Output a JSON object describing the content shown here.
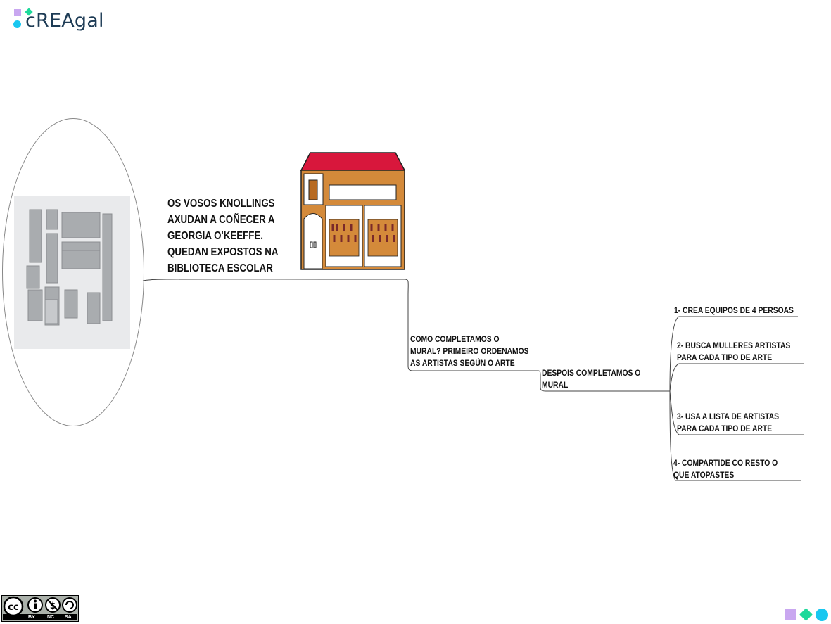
{
  "brand": {
    "name": "cREAgal"
  },
  "main_node": {
    "text": "OS VOSOS KNOLLINGS AXUDAN A COÑECER A GEORGIA O'KEEFFE. QUEDAN EXPOSTOS NA BIBLIOTECA ESCOLAR"
  },
  "branch_1": {
    "text": "COMO COMPLETAMOS O MURAL? PRIMEIRO ORDENAMOS AS ARTISTAS SEGÚN O ARTE"
  },
  "branch_2": {
    "text": "DESPOIS COMPLETAMOS O MURAL"
  },
  "steps": [
    {
      "text": "1- CREA EQUIPOS DE 4 PERSOAS"
    },
    {
      "text": "2- BUSCA MULLERES ARTISTAS PARA CADA TIPO DE ARTE"
    },
    {
      "text": "3- USA A LISTA DE ARTISTAS PARA CADA TIPO DE ARTE"
    },
    {
      "text": "4- COMPARTIDE CO RESTO O QUE ATOPASTES"
    }
  ],
  "license": {
    "by": "BY",
    "nc": "NC",
    "sa": "SA"
  },
  "icons": {
    "photo": "lego-knolling-photo",
    "library": "library-building-icon",
    "license": "cc-by-nc-sa-icon"
  },
  "colors": {
    "logo_purple": "#c9a7f0",
    "logo_green": "#1ed99a",
    "logo_cyan": "#19c7f0",
    "roof_red": "#d8173c",
    "building_brown": "#d48a3a"
  }
}
